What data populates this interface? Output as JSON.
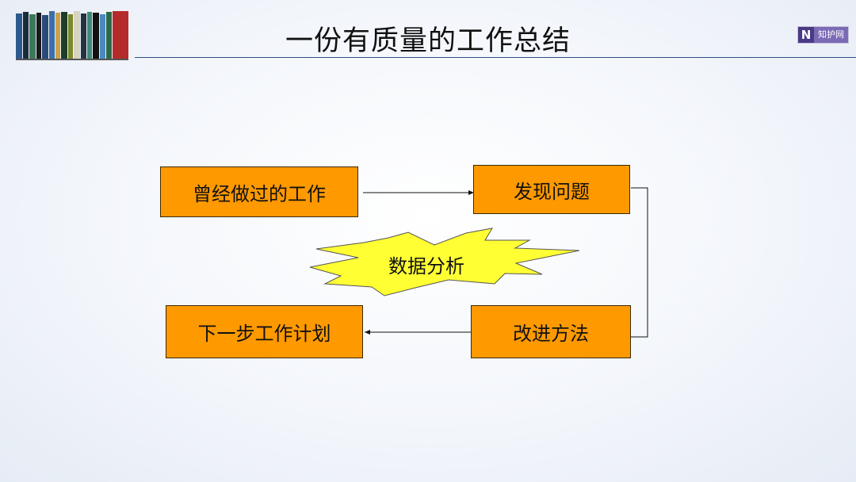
{
  "header": {
    "title": "一份有质量的工作总结",
    "badge_letter": "N",
    "badge_text": "知护网"
  },
  "diagram": {
    "nodes": {
      "past_work": "曾经做过的工作",
      "find_problems": "发现问题",
      "next_plan": "下一步工作计划",
      "improve_methods": "改进方法"
    },
    "center_label": "数据分析"
  },
  "colors": {
    "box_fill": "#ff9900",
    "burst_fill": "#ffff33",
    "rule": "#2f4f86"
  },
  "icons": [
    "books-logo-icon",
    "arrow-right-icon",
    "arrow-left-icon",
    "starburst-icon"
  ]
}
